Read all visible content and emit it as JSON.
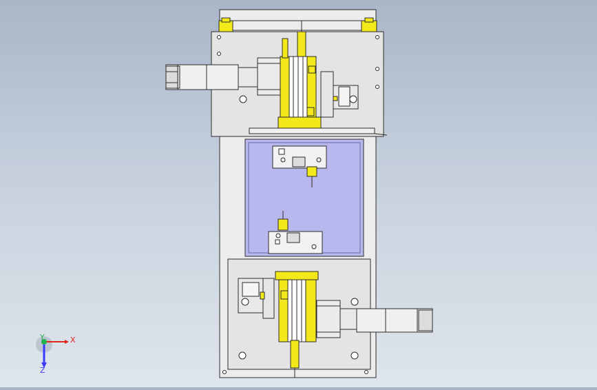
{
  "viewport": {
    "background_top": "#a9b6c8",
    "background_bottom": "#dfe5ec",
    "panel_color": "#e6e6e6",
    "outline_color": "#2b2b2b",
    "accent_yellow": "#f2e81a",
    "window_blue": "#b8b8ee"
  },
  "triad": {
    "x_label": "X",
    "y_label": "Y",
    "z_label": "Z",
    "x_color": "#e0261f",
    "y_color": "#22b24c",
    "z_color": "#3a3aff"
  },
  "assemblies": {
    "top": {
      "name": "upper-linear-stage",
      "motor": "stepper-motor"
    },
    "bottom": {
      "name": "lower-linear-stage",
      "motor": "stepper-motor"
    }
  }
}
